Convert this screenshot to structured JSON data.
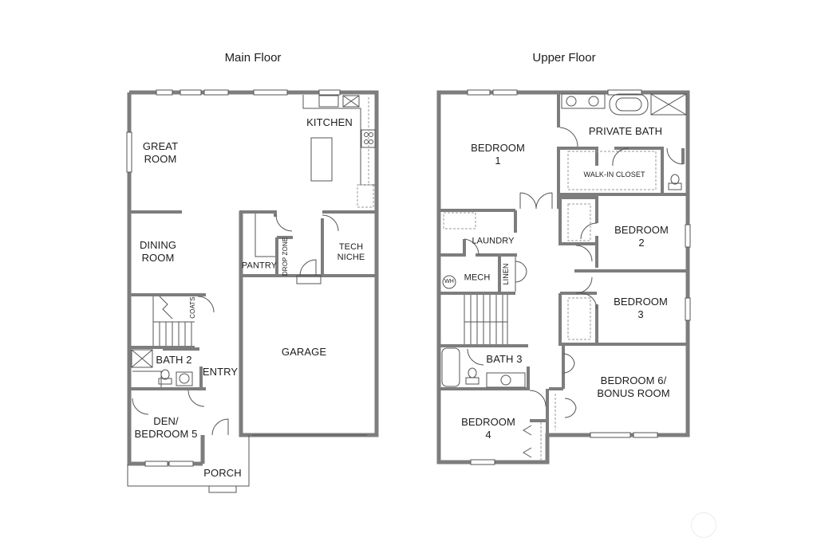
{
  "floors": [
    {
      "title": "Main Floor",
      "rooms": [
        {
          "id": "great-room",
          "label": "GREAT\nROOM"
        },
        {
          "id": "kitchen",
          "label": "KITCHEN"
        },
        {
          "id": "dining-room",
          "label": "DINING\nROOM"
        },
        {
          "id": "pantry",
          "label": "PANTRY"
        },
        {
          "id": "drop-zone",
          "label": "DROP ZONE"
        },
        {
          "id": "tech-niche",
          "label": "TECH\nNICHE"
        },
        {
          "id": "coats",
          "label": "COATS"
        },
        {
          "id": "bath-2",
          "label": "BATH 2"
        },
        {
          "id": "entry",
          "label": "ENTRY"
        },
        {
          "id": "garage",
          "label": "GARAGE"
        },
        {
          "id": "den-bedroom-5",
          "label": "DEN/\nBEDROOM 5"
        },
        {
          "id": "porch",
          "label": "PORCH"
        }
      ]
    },
    {
      "title": "Upper Floor",
      "rooms": [
        {
          "id": "bedroom-1",
          "label": "BEDROOM\n1"
        },
        {
          "id": "private-bath",
          "label": "PRIVATE BATH"
        },
        {
          "id": "walk-in-closet",
          "label": "WALK-IN CLOSET"
        },
        {
          "id": "laundry",
          "label": "LAUNDRY"
        },
        {
          "id": "mech",
          "label": "MECH"
        },
        {
          "id": "water-heater",
          "label": "WH"
        },
        {
          "id": "linen",
          "label": "LINEN"
        },
        {
          "id": "bedroom-2",
          "label": "BEDROOM\n2"
        },
        {
          "id": "bedroom-3",
          "label": "BEDROOM\n3"
        },
        {
          "id": "bath-3",
          "label": "BATH 3"
        },
        {
          "id": "bedroom-6-bonus",
          "label": "BEDROOM 6/\nBONUS ROOM"
        },
        {
          "id": "bedroom-4",
          "label": "BEDROOM\n4"
        }
      ]
    }
  ],
  "colors": {
    "wall": "#7a7a7a",
    "wall_fill": "#8c8c8c",
    "line": "#555555",
    "text": "#1d1d1d",
    "background": "#ffffff"
  }
}
